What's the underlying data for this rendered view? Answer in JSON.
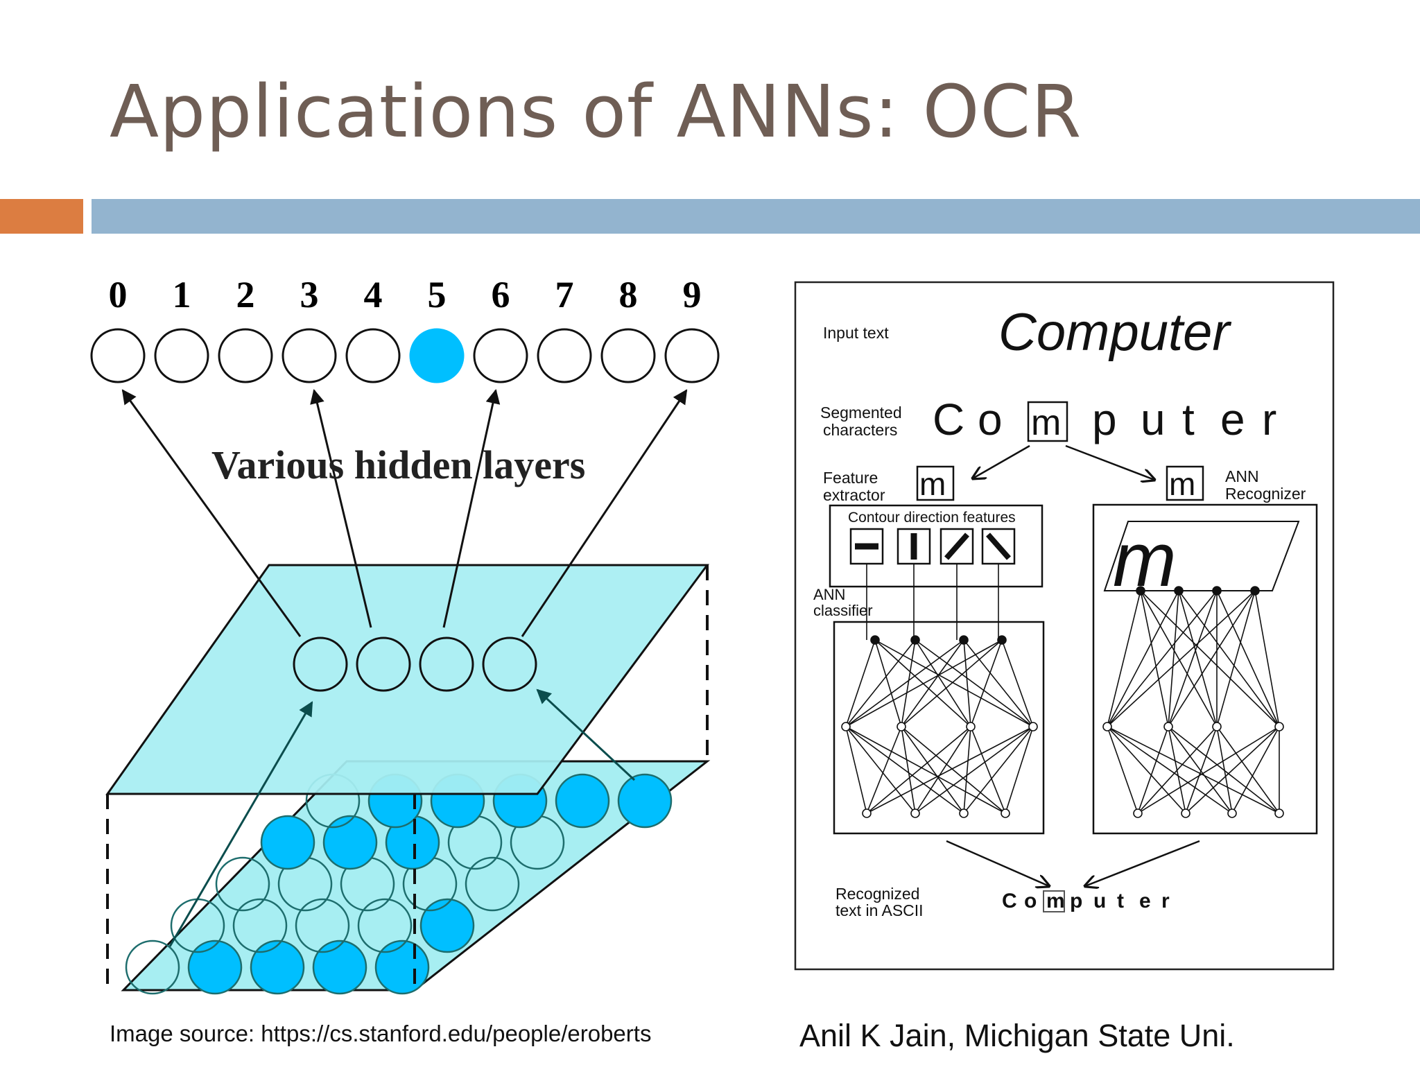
{
  "slide": {
    "title": "Applications of ANNs: OCR",
    "accent_orange": "#dc7d41",
    "accent_blue": "#93b4cf",
    "title_color": "#6f5e55"
  },
  "left_figure": {
    "digits": [
      "0",
      "1",
      "2",
      "3",
      "4",
      "5",
      "6",
      "7",
      "8",
      "9"
    ],
    "active_digit_index": 5,
    "hidden_label": "Various hidden layers",
    "node_fill": "#00bfff",
    "plane_fill": "#a7eef2",
    "caption": "Image source: https://cs.stanford.edu/people/eroberts"
  },
  "right_figure": {
    "input_label": "Input text",
    "input_word": "Computer",
    "segmented_label_1": "Segmented",
    "segmented_label_2": "characters",
    "segmented_chars": [
      "C",
      "o",
      "m",
      "p",
      "u",
      "t",
      "e",
      "r"
    ],
    "feature_label_1": "Feature",
    "feature_label_2": "extractor",
    "recognizer_label_1": "ANN",
    "recognizer_label_2": "Recognizer",
    "contour_label": "Contour direction features",
    "classifier_label_1": "ANN",
    "classifier_label_2": "classifier",
    "recognized_label_1": "Recognized",
    "recognized_label_2": "text in ASCII",
    "output_chars": [
      "C",
      "o",
      "m",
      "p",
      "u",
      "t",
      "e",
      "r"
    ],
    "caption": "Anil K Jain, Michigan State Uni."
  }
}
